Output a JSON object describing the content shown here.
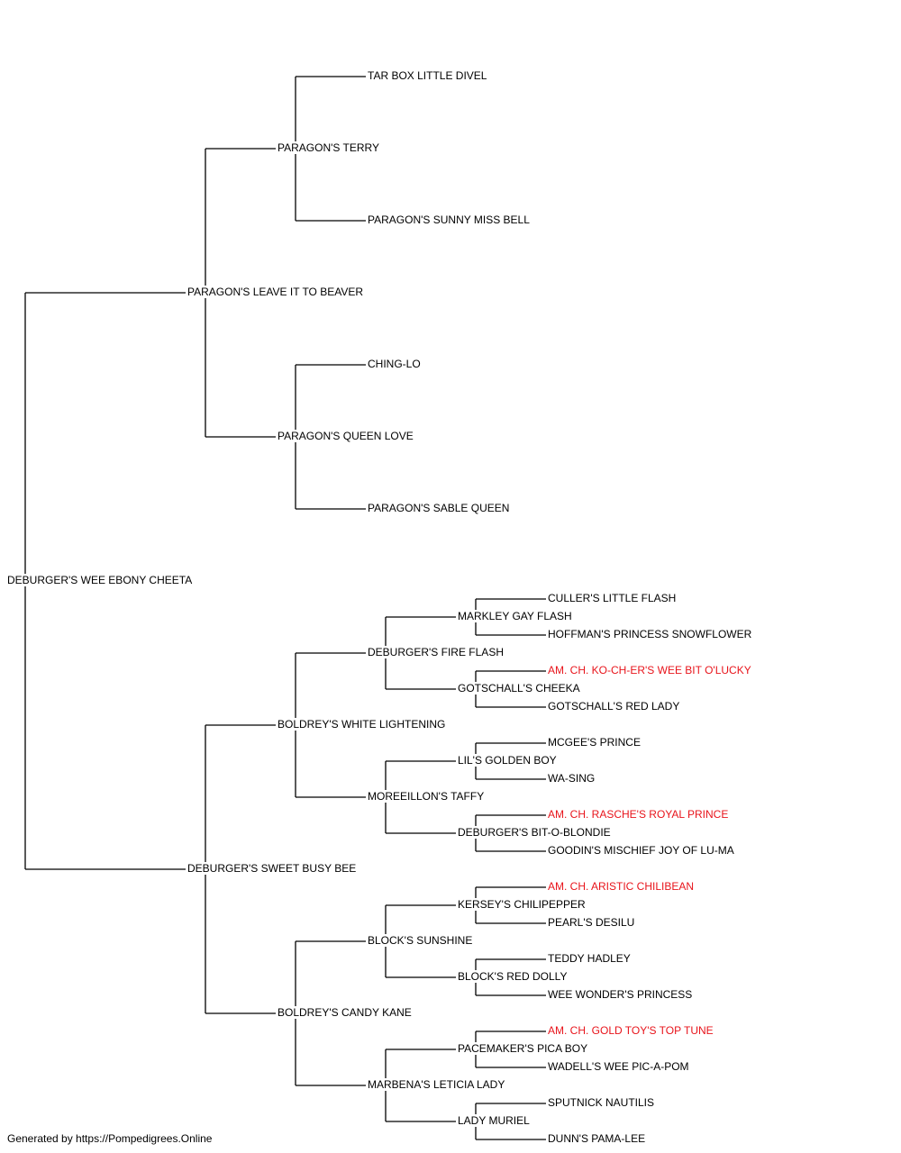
{
  "pedigree": {
    "subject": "DEBURGER'S WEE EBONY CHEETA",
    "ancestors": [
      {
        "id": "p1",
        "name": "PARAGON'S LEAVE IT TO BEAVER",
        "gen": 1,
        "parent": "root",
        "champion": false
      },
      {
        "id": "p2",
        "name": "DEBURGER'S SWEET BUSY BEE",
        "gen": 1,
        "parent": "root",
        "champion": false
      },
      {
        "id": "g1",
        "name": "PARAGON'S TERRY",
        "gen": 2,
        "parent": "p1",
        "champion": false
      },
      {
        "id": "g2",
        "name": "PARAGON'S QUEEN LOVE",
        "gen": 2,
        "parent": "p1",
        "champion": false
      },
      {
        "id": "g3",
        "name": "BOLDREY'S WHITE LIGHTENING",
        "gen": 2,
        "parent": "p2",
        "champion": false
      },
      {
        "id": "g4",
        "name": "BOLDREY'S CANDY KANE",
        "gen": 2,
        "parent": "p2",
        "champion": false
      },
      {
        "id": "gg1",
        "name": "TAR BOX LITTLE DIVEL",
        "gen": 3,
        "parent": "g1",
        "champion": false
      },
      {
        "id": "gg2",
        "name": "PARAGON'S SUNNY MISS BELL",
        "gen": 3,
        "parent": "g1",
        "champion": false
      },
      {
        "id": "gg3",
        "name": "CHING-LO",
        "gen": 3,
        "parent": "g2",
        "champion": false
      },
      {
        "id": "gg4",
        "name": "PARAGON'S SABLE QUEEN",
        "gen": 3,
        "parent": "g2",
        "champion": false
      },
      {
        "id": "gg5",
        "name": "DEBURGER'S FIRE FLASH",
        "gen": 3,
        "parent": "g3",
        "champion": false
      },
      {
        "id": "gg6",
        "name": "MOREEILLON'S TAFFY",
        "gen": 3,
        "parent": "g3",
        "champion": false
      },
      {
        "id": "gg7",
        "name": "BLOCK'S SUNSHINE",
        "gen": 3,
        "parent": "g4",
        "champion": false
      },
      {
        "id": "gg8",
        "name": "MARBENA'S LETICIA LADY",
        "gen": 3,
        "parent": "g4",
        "champion": false
      },
      {
        "id": "ggg1",
        "name": "MARKLEY GAY FLASH",
        "gen": 4,
        "parent": "gg5",
        "champion": false
      },
      {
        "id": "ggg2",
        "name": "GOTSCHALL'S CHEEKA",
        "gen": 4,
        "parent": "gg5",
        "champion": false
      },
      {
        "id": "ggg3",
        "name": "LIL'S GOLDEN BOY",
        "gen": 4,
        "parent": "gg6",
        "champion": false
      },
      {
        "id": "ggg4",
        "name": "DEBURGER'S BIT-O-BLONDIE",
        "gen": 4,
        "parent": "gg6",
        "champion": false
      },
      {
        "id": "ggg5",
        "name": "KERSEY'S CHILIPEPPER",
        "gen": 4,
        "parent": "gg7",
        "champion": false
      },
      {
        "id": "ggg6",
        "name": "BLOCK'S RED DOLLY",
        "gen": 4,
        "parent": "gg7",
        "champion": false
      },
      {
        "id": "ggg7",
        "name": "PACEMAKER'S PICA BOY",
        "gen": 4,
        "parent": "gg8",
        "champion": false
      },
      {
        "id": "ggg8",
        "name": "LADY MURIEL",
        "gen": 4,
        "parent": "gg8",
        "champion": false
      },
      {
        "id": "gggg1",
        "name": "CULLER'S LITTLE FLASH",
        "gen": 5,
        "parent": "ggg1",
        "champion": false
      },
      {
        "id": "gggg2",
        "name": "HOFFMAN'S PRINCESS SNOWFLOWER",
        "gen": 5,
        "parent": "ggg1",
        "champion": false
      },
      {
        "id": "gggg3",
        "name": "AM. CH. KO-CH-ER'S WEE BIT O'LUCKY",
        "gen": 5,
        "parent": "ggg2",
        "champion": true
      },
      {
        "id": "gggg4",
        "name": "GOTSCHALL'S RED LADY",
        "gen": 5,
        "parent": "ggg2",
        "champion": false
      },
      {
        "id": "gggg5",
        "name": "MCGEE'S PRINCE",
        "gen": 5,
        "parent": "ggg3",
        "champion": false
      },
      {
        "id": "gggg6",
        "name": "WA-SING",
        "gen": 5,
        "parent": "ggg3",
        "champion": false
      },
      {
        "id": "gggg7",
        "name": "AM. CH. RASCHE'S ROYAL PRINCE",
        "gen": 5,
        "parent": "ggg4",
        "champion": true
      },
      {
        "id": "gggg8",
        "name": "GOODIN'S MISCHIEF JOY OF LU-MA",
        "gen": 5,
        "parent": "ggg4",
        "champion": false
      },
      {
        "id": "gggg9",
        "name": "AM. CH. ARISTIC CHILIBEAN",
        "gen": 5,
        "parent": "ggg5",
        "champion": true
      },
      {
        "id": "gggg10",
        "name": "PEARL'S DESILU",
        "gen": 5,
        "parent": "ggg5",
        "champion": false
      },
      {
        "id": "gggg11",
        "name": "TEDDY HADLEY",
        "gen": 5,
        "parent": "ggg6",
        "champion": false
      },
      {
        "id": "gggg12",
        "name": "WEE WONDER'S PRINCESS",
        "gen": 5,
        "parent": "ggg6",
        "champion": false
      },
      {
        "id": "gggg13",
        "name": "AM. CH. GOLD TOY'S TOP TUNE",
        "gen": 5,
        "parent": "ggg7",
        "champion": true
      },
      {
        "id": "gggg14",
        "name": "WADELL'S WEE PIC-A-POM",
        "gen": 5,
        "parent": "ggg7",
        "champion": false
      },
      {
        "id": "gggg15",
        "name": "SPUTNICK NAUTILIS",
        "gen": 5,
        "parent": "ggg8",
        "champion": false
      },
      {
        "id": "gggg16",
        "name": "DUNN'S PAMA-LEE",
        "gen": 5,
        "parent": "ggg8",
        "champion": false
      }
    ]
  },
  "colors": {
    "line": "#000000",
    "text": "#000000",
    "champion": "#e8141b"
  },
  "footer": "Generated by https://Pompedigrees.Online"
}
